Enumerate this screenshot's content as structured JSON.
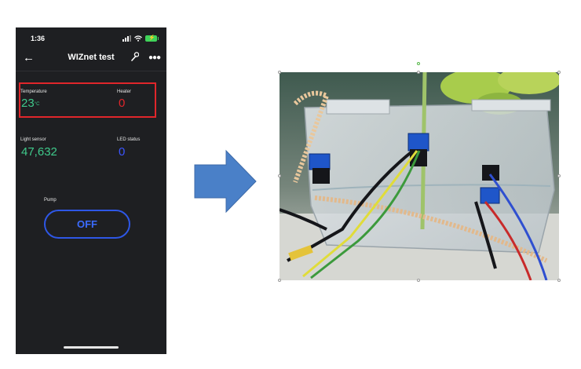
{
  "status_bar": {
    "time": "1:36"
  },
  "nav": {
    "title": "WIZnet test"
  },
  "widgets": {
    "temperature": {
      "label": "Temperature",
      "value": "23",
      "unit": "°C",
      "color": "#3fc98b"
    },
    "heater": {
      "label": "Heater",
      "value": "0",
      "color": "#e0262b"
    },
    "light_sensor": {
      "label": "Light sensor",
      "value": "47,632",
      "color": "#3fc98b"
    },
    "led_status": {
      "label": "LED status",
      "value": "0",
      "color": "#3b55ff"
    },
    "pump": {
      "label": "Pump",
      "button_label": "OFF"
    }
  },
  "colors": {
    "app_background": "#1e1f22",
    "highlight_border": "#e0262b",
    "arrow_fill": "#4a80c8",
    "pump_button": "#2e57e6"
  },
  "icons": {
    "back": "arrow-left-icon",
    "settings": "wrench-icon",
    "more": "more-dots-icon"
  },
  "photo": {
    "description_icon": "hydroponic-prototype-photo"
  }
}
